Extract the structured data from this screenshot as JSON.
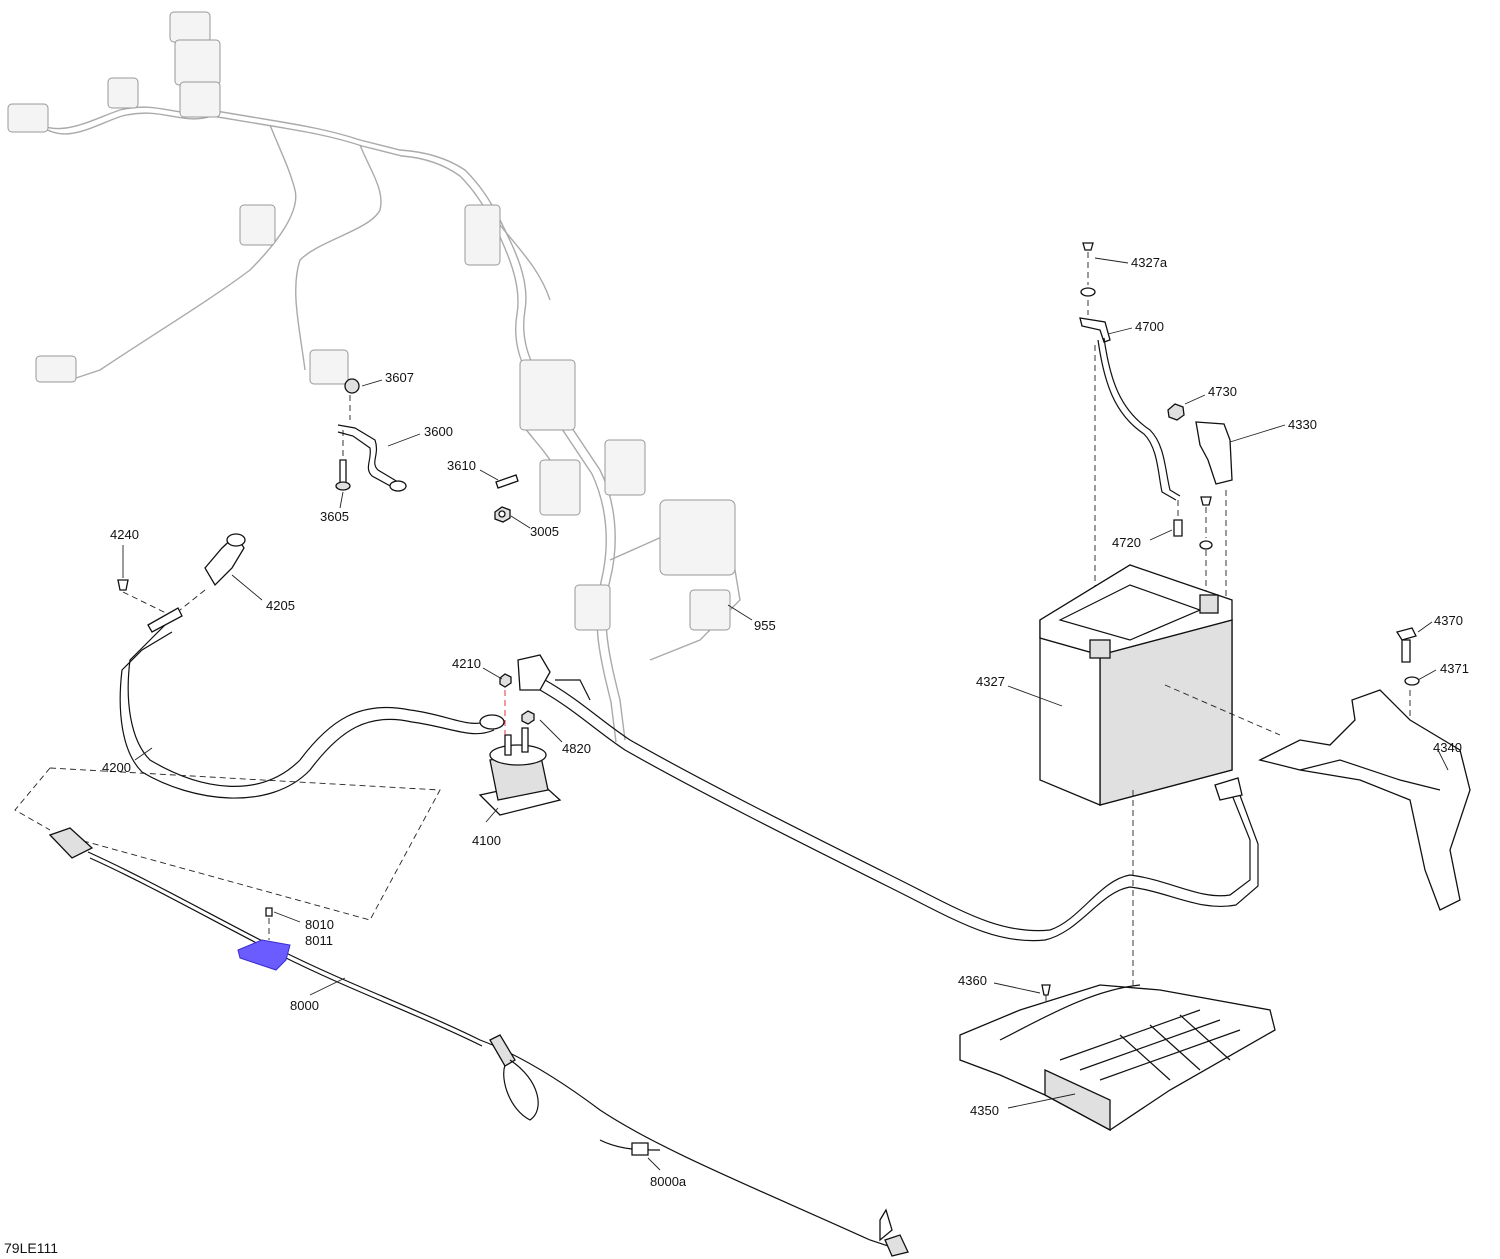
{
  "figure_id": "79LE111",
  "colors": {
    "highlight": "#6a5cff",
    "line": "#111111",
    "ghost": "#aaaaaa"
  },
  "callouts": [
    {
      "id": "3607",
      "label": "3607"
    },
    {
      "id": "3600",
      "label": "3600"
    },
    {
      "id": "3610",
      "label": "3610"
    },
    {
      "id": "3605",
      "label": "3605"
    },
    {
      "id": "3005",
      "label": "3005"
    },
    {
      "id": "4327a",
      "label": "4327a"
    },
    {
      "id": "4700",
      "label": "4700"
    },
    {
      "id": "4730",
      "label": "4730"
    },
    {
      "id": "4330",
      "label": "4330"
    },
    {
      "id": "4720",
      "label": "4720"
    },
    {
      "id": "4240",
      "label": "4240"
    },
    {
      "id": "4205",
      "label": "4205"
    },
    {
      "id": "955",
      "label": "955"
    },
    {
      "id": "4370",
      "label": "4370"
    },
    {
      "id": "4371",
      "label": "4371"
    },
    {
      "id": "4210",
      "label": "4210"
    },
    {
      "id": "4327",
      "label": "4327"
    },
    {
      "id": "4820",
      "label": "4820"
    },
    {
      "id": "4340",
      "label": "4340"
    },
    {
      "id": "4200",
      "label": "4200"
    },
    {
      "id": "4100",
      "label": "4100"
    },
    {
      "id": "8010",
      "label": "8010"
    },
    {
      "id": "8011",
      "label": "8011"
    },
    {
      "id": "8000",
      "label": "8000"
    },
    {
      "id": "4360",
      "label": "4360"
    },
    {
      "id": "4350",
      "label": "4350"
    },
    {
      "id": "8000a",
      "label": "8000a"
    }
  ]
}
